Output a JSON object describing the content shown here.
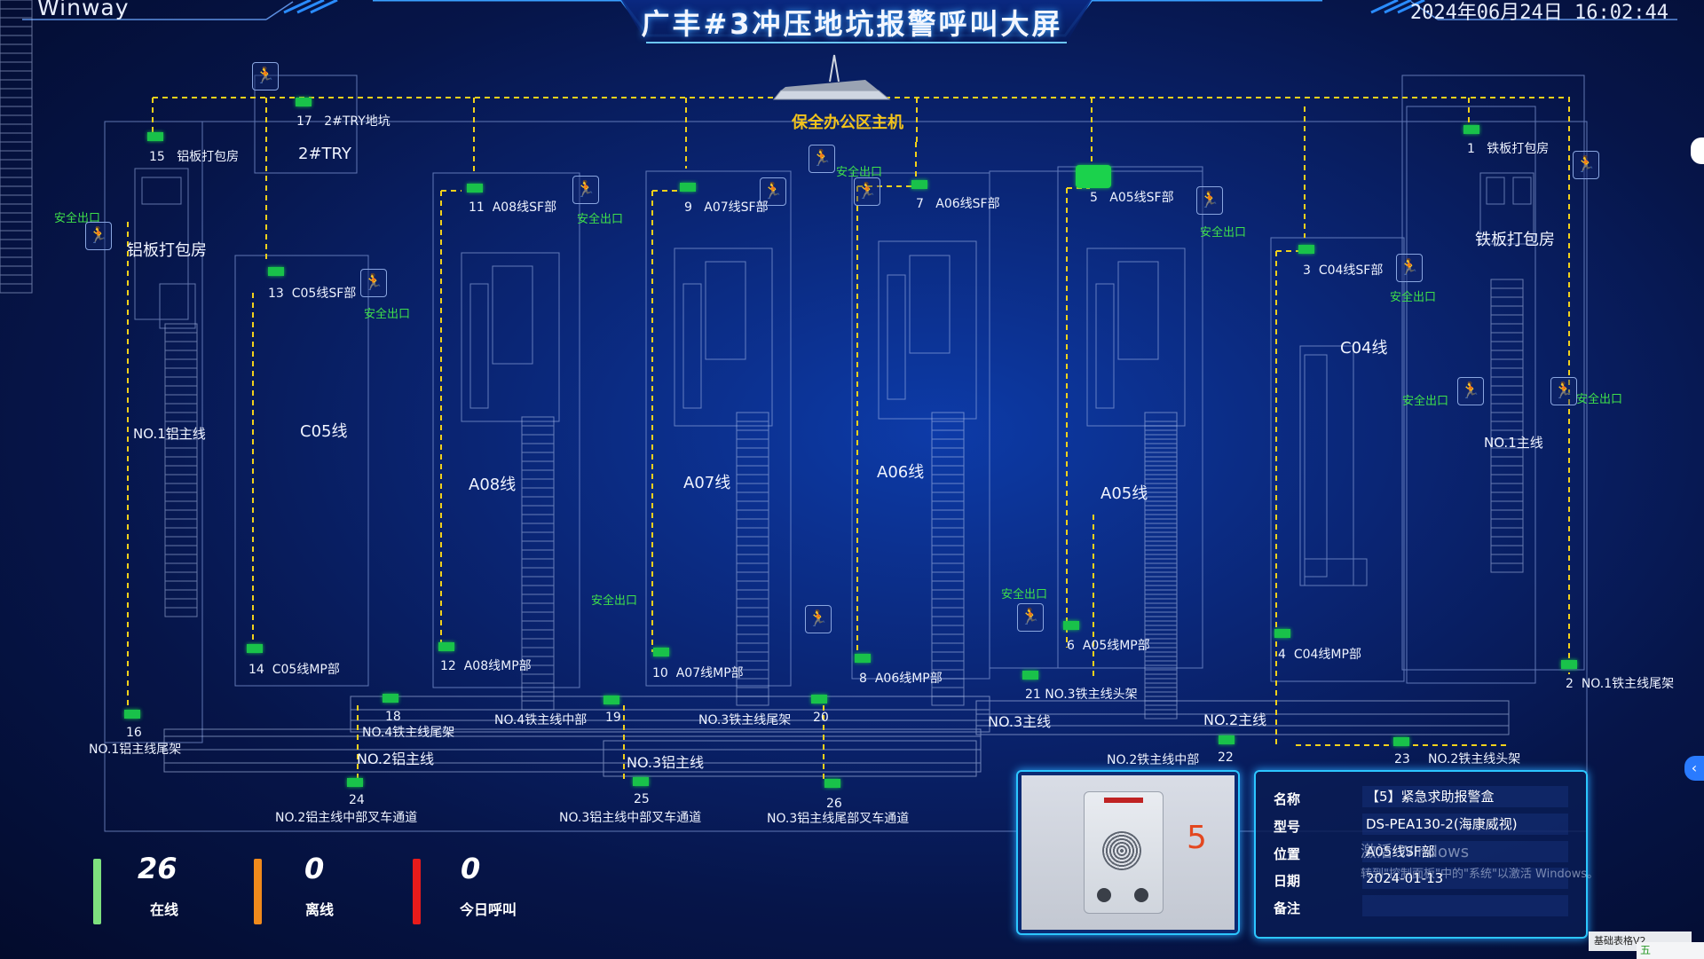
{
  "header": {
    "brand": "Winway",
    "title": "广丰#3冲压地坑报警呼叫大屏",
    "datetime": "2024年06月24日 16:02:44"
  },
  "host": {
    "label": "保全办公区主机"
  },
  "exit_label": "安全出口",
  "areas": {
    "lbcbf_left": "铝板打包房",
    "lbcbf_right": "铁板打包房",
    "try_box": "2#TRY",
    "no1_al": "NO.1铝主线",
    "c05": "C05线",
    "a08": "A08线",
    "a07": "A07线",
    "a06": "A06线",
    "a05": "A05线",
    "c04": "C04线",
    "no1_fe": "NO.1主线",
    "no3_main": "NO.3主线",
    "no2_main": "NO.2主线",
    "no2_al": "NO.2铝主线",
    "no3_al": "NO.3铝主线"
  },
  "nodes": [
    {
      "id": "1",
      "label": "铁板打包房"
    },
    {
      "id": "2",
      "label": "NO.1铁主线尾架"
    },
    {
      "id": "3",
      "label": "C04线SF部"
    },
    {
      "id": "4",
      "label": "C04线MP部"
    },
    {
      "id": "5",
      "label": "A05线SF部"
    },
    {
      "id": "6",
      "label": "A05线MP部"
    },
    {
      "id": "7",
      "label": "A06线SF部"
    },
    {
      "id": "8",
      "label": "A06线MP部"
    },
    {
      "id": "9",
      "label": "A07线SF部"
    },
    {
      "id": "10",
      "label": "A07线MP部"
    },
    {
      "id": "11",
      "label": "A08线SF部"
    },
    {
      "id": "12",
      "label": "A08线MP部"
    },
    {
      "id": "13",
      "label": "C05线SF部"
    },
    {
      "id": "14",
      "label": "C05线MP部"
    },
    {
      "id": "15",
      "label": "铝板打包房"
    },
    {
      "id": "16",
      "label": "NO.1铝主线尾架"
    },
    {
      "id": "17",
      "label": "2#TRY地坑"
    },
    {
      "id": "18",
      "label": "NO.4铁主线尾架"
    },
    {
      "id": "19",
      "label": "NO.4铁主线中部"
    },
    {
      "id": "20",
      "label": "NO.3铁主线尾架"
    },
    {
      "id": "21",
      "label": "NO.3铁主线头架"
    },
    {
      "id": "22",
      "label": "NO.2铁主线中部"
    },
    {
      "id": "23",
      "label": "NO.2铁主线头架"
    },
    {
      "id": "24",
      "label": "NO.2铝主线中部叉车通道"
    },
    {
      "id": "25",
      "label": "NO.3铝主线中部叉车通道"
    },
    {
      "id": "26",
      "label": "NO.3铝主线尾部叉车通道"
    }
  ],
  "stats": [
    {
      "value": "26",
      "caption": "在线",
      "color": "#7ee07e"
    },
    {
      "value": "0",
      "caption": "离线",
      "color": "#f08a1c"
    },
    {
      "value": "0",
      "caption": "今日呼叫",
      "color": "#e81b1b"
    }
  ],
  "photo": {
    "number": "5"
  },
  "info": {
    "name_k": "名称",
    "name_v": "【5】紧急求助报警盒",
    "model_k": "型号",
    "model_v": "DS-PEA130-2(海康威视)",
    "loc_k": "位置",
    "loc_v": "A05线SF部",
    "date_k": "日期",
    "date_v": "2024-01-13",
    "note_k": "备注",
    "note_v": ""
  },
  "watermark": {
    "line1": "激活 Windows",
    "line2": "转到\"控制面板\"中的\"系统\"以激活 Windows。"
  },
  "taskbar": {
    "item": "基础表格V2",
    "ime": "五"
  }
}
